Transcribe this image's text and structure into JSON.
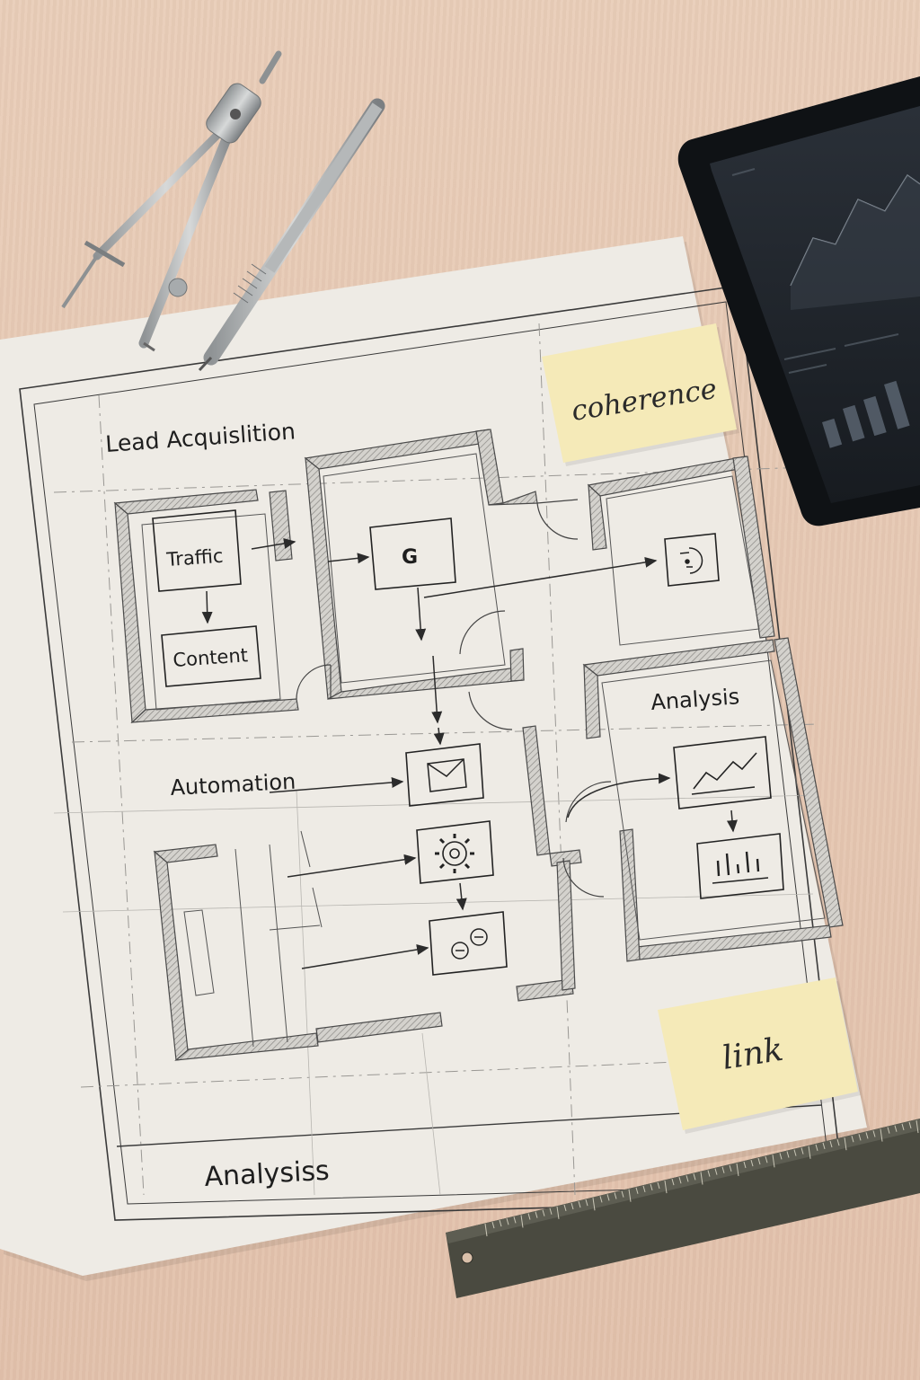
{
  "sticky_notes": {
    "top": "coherence",
    "bottom": "link"
  },
  "blueprint": {
    "section_lead": "Lead Acquislition",
    "section_automation": "Automation",
    "section_analysis_room": "Analysis",
    "section_analysis_bottom": "Analysiss",
    "box_traffic": "Traffic",
    "box_content": "Content",
    "box_g": "G"
  },
  "icons": {
    "google": "g-letter-icon",
    "target": "target-face-icon",
    "email": "envelope-icon",
    "gear": "gear-icon",
    "toggle": "minus-circles-icon",
    "line_chart": "line-chart-icon",
    "bar_chart": "bar-chart-icon"
  },
  "colors": {
    "desk": "#e6c8b3",
    "paper": "#eeebe5",
    "ink": "#2b2b2b",
    "sticky": "#f5eab8",
    "tablet": "#1b1f24",
    "ruler": "#4a4a40"
  }
}
